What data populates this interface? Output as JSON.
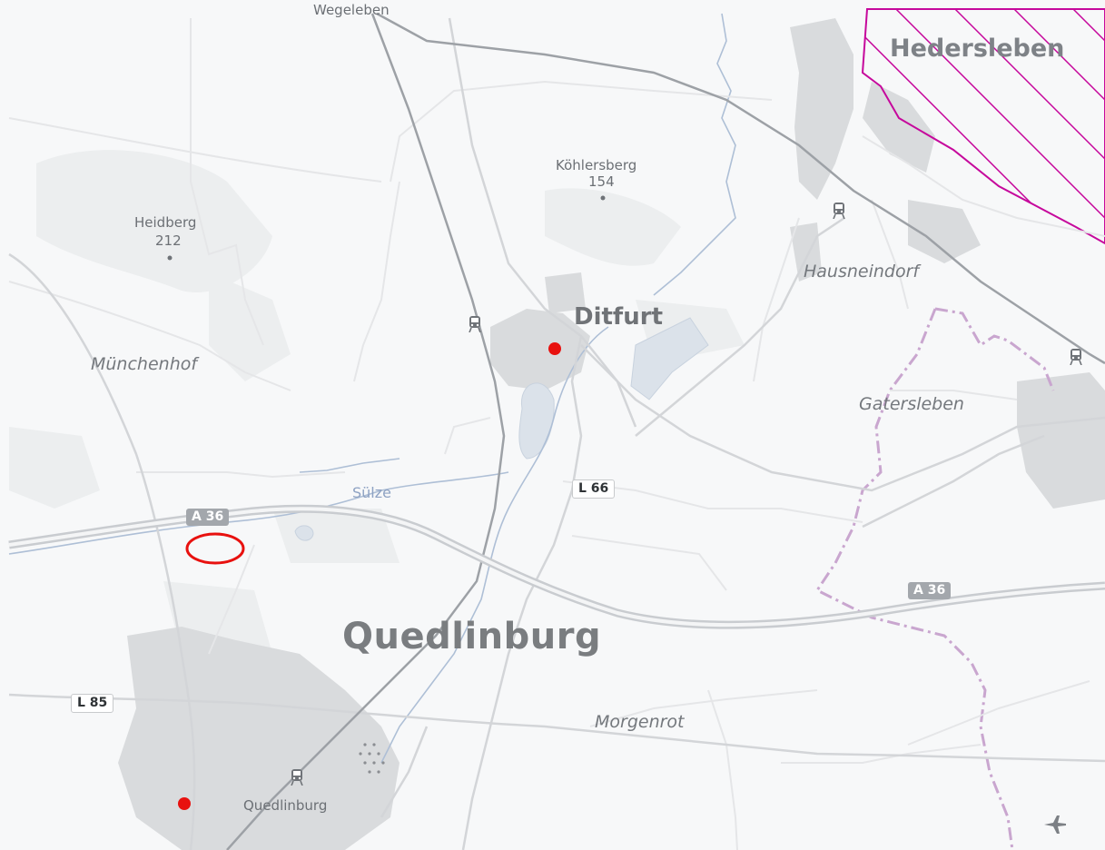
{
  "places": {
    "quedlinburg": "Quedlinburg",
    "ditfurt": "Ditfurt",
    "hedersleben": "Hedersleben",
    "hausneindorf": "Hausneindorf",
    "gatersleben": "Gatersleben",
    "muenchenhof": "Münchenhof",
    "morgenrot": "Morgenrot",
    "wegeleben": "Wegeleben",
    "quedlinburg_station": "Quedlinburg"
  },
  "hills": {
    "heidberg_name": "Heidberg",
    "heidberg_elev": "212",
    "koehlersberg_name": "Köhlersberg",
    "koehlersberg_elev": "154"
  },
  "water": {
    "suelze": "Sülze"
  },
  "roads": {
    "a36_west": "A 36",
    "a36_east": "A 36",
    "l66": "L 66",
    "l85": "L 85"
  },
  "icons": [
    "train-station-icon",
    "airport-icon",
    "location-marker-dot",
    "selection-ellipse"
  ],
  "colors": {
    "marker": "#e8110f",
    "boundary": "#c6089c",
    "boundary_dashed": "#c9a6cf",
    "water": "#dbe2ea",
    "highway": "#d6d8db"
  }
}
